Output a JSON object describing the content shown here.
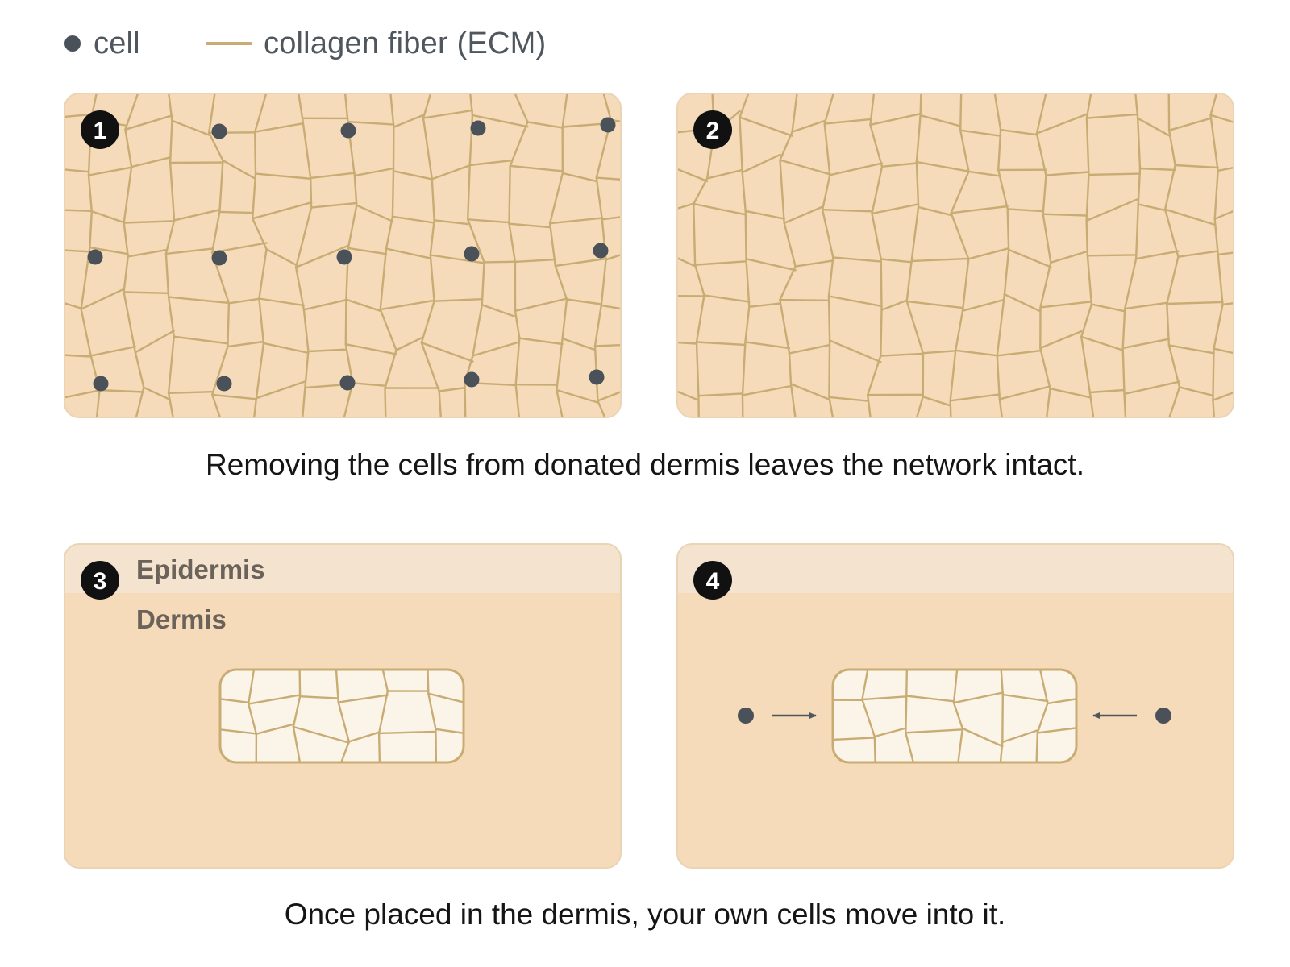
{
  "legend": {
    "cell_label": "cell",
    "fiber_label": "collagen fiber (ECM)"
  },
  "panels": [
    {
      "number": "1"
    },
    {
      "number": "2"
    },
    {
      "number": "3",
      "epidermis_label": "Epidermis",
      "dermis_label": "Dermis"
    },
    {
      "number": "4"
    }
  ],
  "captions": {
    "top": "Removing the cells from donated dermis leaves the network intact.",
    "bottom": "Once placed in the dermis, your own cells move into it."
  },
  "colors": {
    "tissue": "#f5dbb9",
    "epidermis": "#f3e3cf",
    "fiber": "#c9ac73",
    "cell": "#4a5159",
    "graft": "#fbf4e8",
    "badge": "#111111"
  }
}
